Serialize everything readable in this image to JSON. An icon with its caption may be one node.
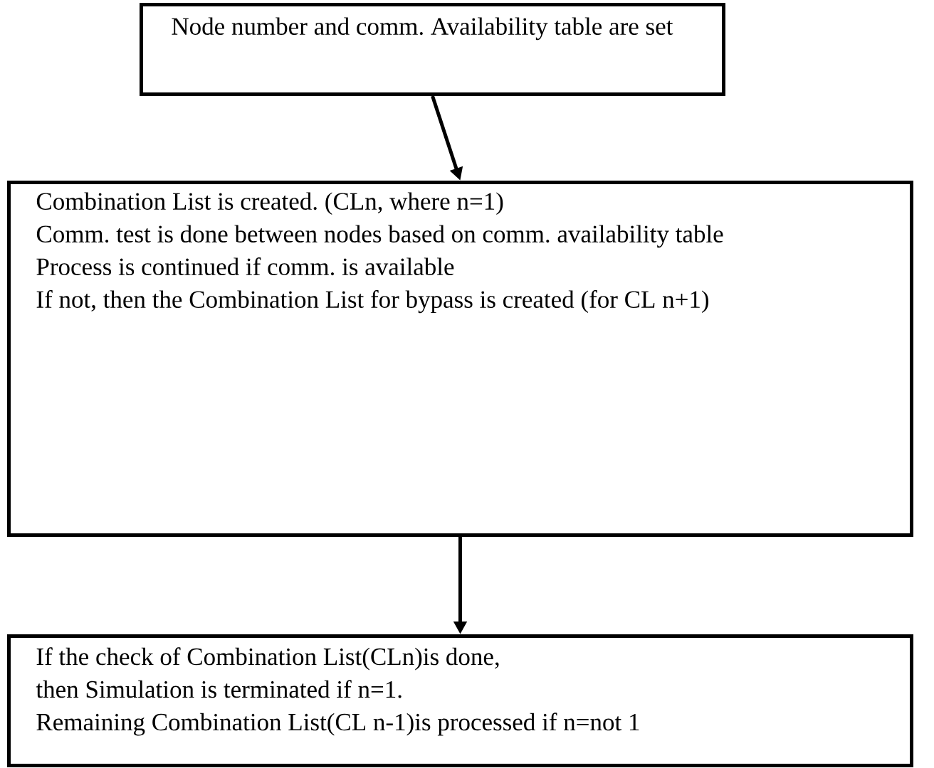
{
  "diagram": {
    "nodes": [
      {
        "text": [
          "Node number and comm. Availability table are set"
        ]
      },
      {
        "text": [
          "Combination List is created. (CLn, where n=1)",
          "Comm. test is done between nodes based on comm. availability table",
          "Process is continued if comm. is available",
          "If not, then the Combination List for bypass is created (for CL n+1)"
        ]
      },
      {
        "text": [
          "If the check of Combination List(CLn)is done,",
          "then Simulation is terminated if n=1.",
          "Remaining Combination List(CL n-1)is processed if n=not 1"
        ]
      }
    ],
    "edges": [
      {
        "from": 0,
        "to": 1,
        "arrow": "to"
      },
      {
        "from": 1,
        "to": 2,
        "arrow": "to"
      }
    ]
  }
}
